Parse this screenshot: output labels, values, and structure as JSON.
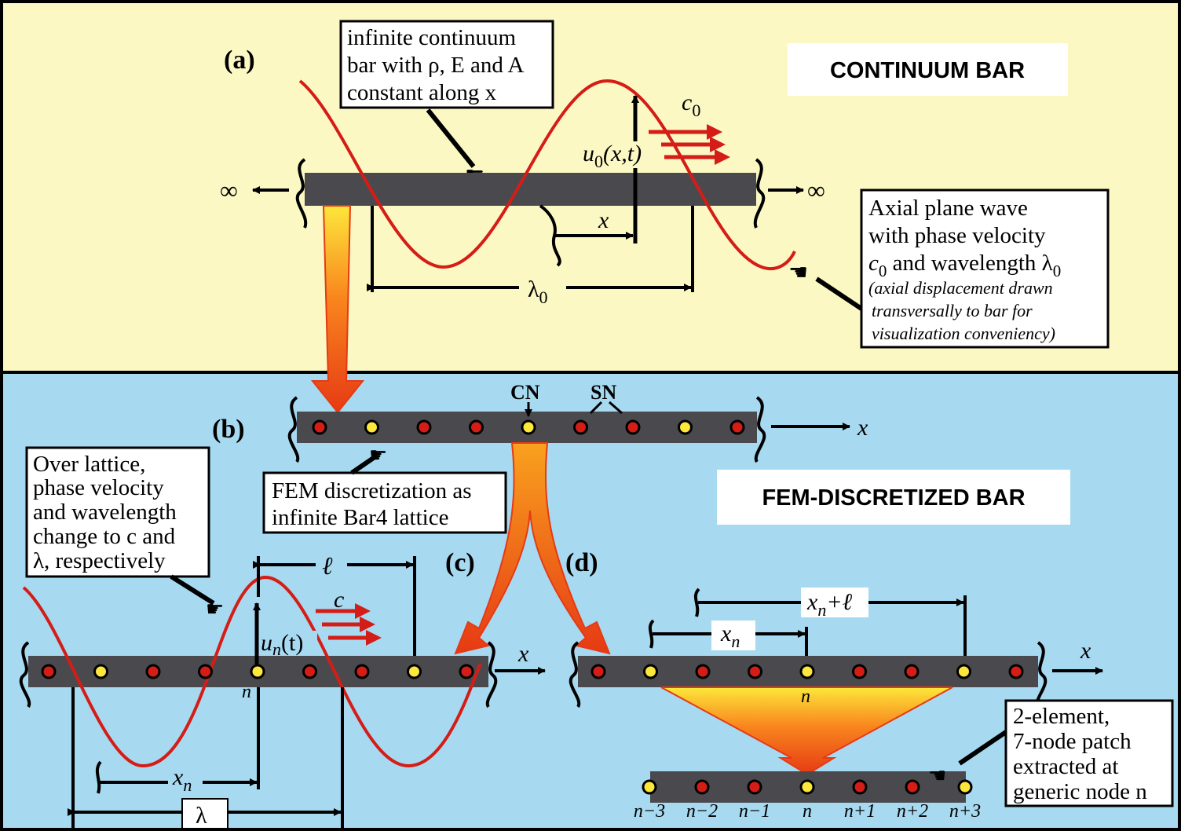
{
  "colors": {
    "top_bg": "#fcf8c4",
    "bottom_bg": "#a7d9f1",
    "bar": "#4a4a4e",
    "wave": "#d41d16",
    "node_red": "#d41d16",
    "node_yellow": "#fce73a",
    "arrow_gradient": [
      "#fce73a",
      "#f9851e",
      "#e63a14"
    ]
  },
  "panel_a": {
    "label": "(a)",
    "title": "CONTINUUM BAR",
    "callout_bar": [
      "infinite continuum",
      "bar with ρ, E and A",
      "constant along x"
    ],
    "infinity_left": "∞",
    "infinity_right": "∞",
    "velocity_label": "c",
    "velocity_sub": "0",
    "displacement_label": "u",
    "displacement_sub": "0",
    "displacement_args": "(x,t)",
    "x_label": "x",
    "wavelength_label": "λ",
    "wavelength_sub": "0",
    "callout_wave": [
      "Axial plane wave",
      "with phase velocity",
      "c",
      "0",
      " and wavelength λ",
      "0"
    ],
    "callout_wave_note": [
      "(axial displacement drawn",
      "transversally to bar for",
      "visualization conveniency)"
    ]
  },
  "panel_b": {
    "label": "(b)",
    "cn": "CN",
    "sn": "SN",
    "x_label": "x",
    "callout": [
      "FEM discretization as",
      "infinite Bar4 lattice"
    ],
    "nodes": [
      "red",
      "yellow",
      "red",
      "red",
      "yellow",
      "red",
      "red",
      "yellow",
      "red"
    ]
  },
  "title_fem": "FEM-DISCRETIZED BAR",
  "panel_c": {
    "label": "(c)",
    "callout": [
      "Over lattice,",
      "phase velocity",
      "and wavelength",
      "change to c and",
      "λ, respectively"
    ],
    "ell": "ℓ",
    "c": "c",
    "displacement": "u",
    "displacement_sub": "n",
    "displacement_args": "(t)",
    "node_n": "n",
    "xn": "x",
    "xn_sub": "n",
    "lambda": "λ",
    "x_label": "x",
    "nodes": [
      "red",
      "yellow",
      "red",
      "red",
      "yellow",
      "red",
      "red",
      "yellow",
      "red"
    ]
  },
  "panel_d": {
    "label": "(d)",
    "x_label": "x",
    "xn": "x",
    "xn_sub": "n",
    "xn_ell": "+ℓ",
    "node_n": "n",
    "nodes": [
      "red",
      "yellow",
      "red",
      "red",
      "yellow",
      "red",
      "red",
      "yellow",
      "red"
    ],
    "patch_nodes": [
      "yellow",
      "red",
      "red",
      "yellow",
      "red",
      "red",
      "yellow"
    ],
    "patch_labels": [
      "n−3",
      "n−2",
      "n−1",
      "n",
      "n+1",
      "n+2",
      "n+3"
    ],
    "callout": [
      "2-element,",
      "7-node patch",
      "extracted at",
      "generic node n"
    ]
  }
}
